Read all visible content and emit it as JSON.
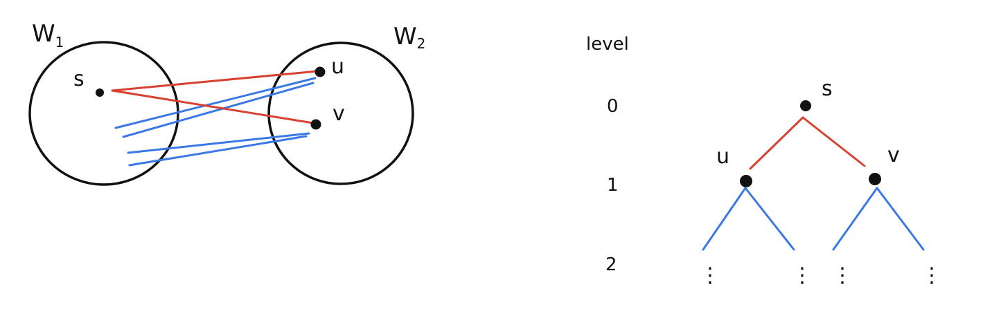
{
  "colors": {
    "ink": "#111111",
    "red_edge": "#d8412f",
    "blue_edge": "#3a78e6",
    "background": "#ffffff"
  },
  "left_diagram": {
    "set_w1": {
      "name": "W",
      "subscript": "1"
    },
    "set_w2": {
      "name": "W",
      "subscript": "2"
    },
    "vertex_s": "s",
    "vertex_u": "u",
    "vertex_v": "v"
  },
  "right_diagram": {
    "level_header": "level",
    "levels": [
      "0",
      "1",
      "2"
    ],
    "root": "s",
    "left_child": "u",
    "right_child": "v",
    "continuation": "⋮"
  }
}
